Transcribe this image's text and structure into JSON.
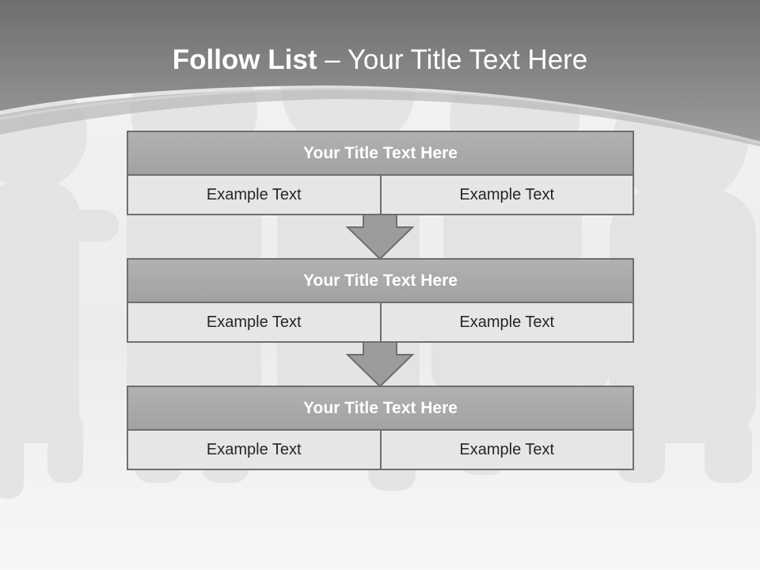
{
  "slide": {
    "title_bold": "Follow List",
    "title_rest": "– Your Title Text Here"
  },
  "steps": [
    {
      "title": "Your Title Text Here",
      "left": "Example Text",
      "right": "Example Text"
    },
    {
      "title": "Your Title Text Here",
      "left": "Example Text",
      "right": "Example Text"
    },
    {
      "title": "Your Title Text Here",
      "left": "Example Text",
      "right": "Example Text"
    }
  ],
  "colors": {
    "header_band": "#8a8a8a",
    "block_header": "#a8a8a8",
    "cell": "#e6e6e6",
    "border": "#6e6e6e",
    "arrow": "#9a9a9a"
  }
}
